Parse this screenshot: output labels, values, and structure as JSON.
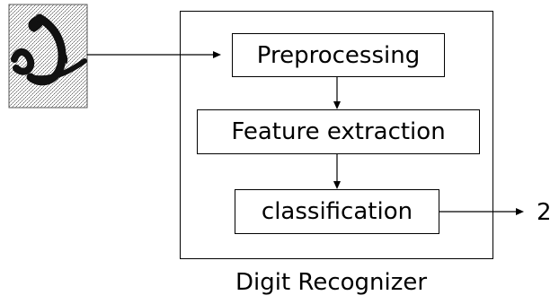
{
  "colors": {
    "stroke": "#000000",
    "background": "#ffffff",
    "ink": "#111111"
  },
  "input_image": {
    "icon": "handwritten-digit-icon"
  },
  "stages": [
    {
      "label": "Preprocessing"
    },
    {
      "label": "Feature extraction"
    },
    {
      "label": "classification"
    }
  ],
  "output": {
    "value": "2"
  },
  "system": {
    "label": "Digit Recognizer"
  }
}
